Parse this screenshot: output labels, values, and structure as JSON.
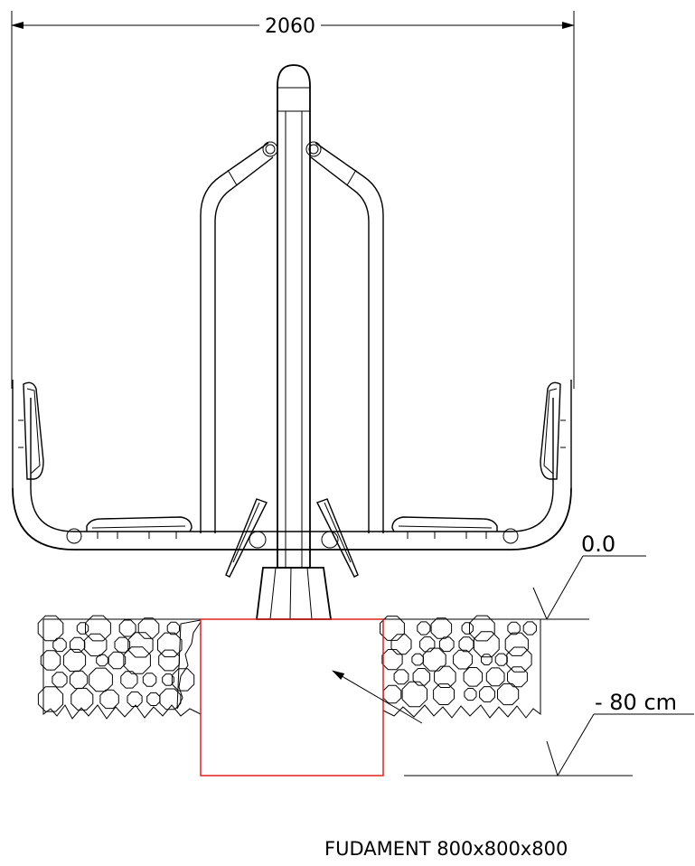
{
  "drawing": {
    "overall_width_dimension": "2060",
    "ground_level_label": "0.0",
    "foundation_depth_label": "- 80 cm",
    "foundation_callout": "FUDAMENT 800x800x800",
    "foundation_outline_color": "#e02020",
    "line_color": "#000000"
  }
}
